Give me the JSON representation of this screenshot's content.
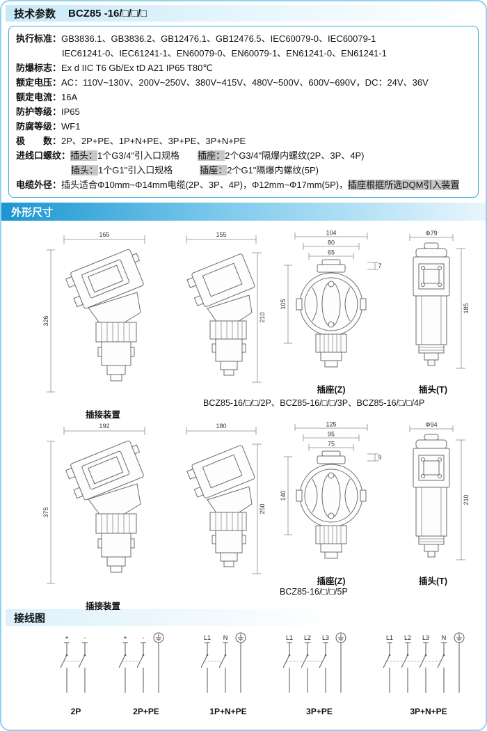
{
  "colors": {
    "accent": "#35a8da",
    "header_blue": "#1b96d0",
    "header_light": "#c7e9f8",
    "highlight": "#c6c6c6",
    "page_border": "#8fd3f0"
  },
  "tech_params": {
    "title": "技术参数",
    "model": "BCZ85 -16/□/□/□",
    "rows": [
      {
        "segments": [
          {
            "t": "执行标准：",
            "cls": "lbl"
          },
          {
            "t": "GB3836.1、GB3836.2、GB12476.1、GB12476.5、IEC60079-0、IEC60079-1"
          }
        ]
      },
      {
        "indent": 66,
        "segments": [
          {
            "t": "IEC61241-0、IEC61241-1、EN60079-0、EN60079-1、EN61241-0、EN61241-1"
          }
        ]
      },
      {
        "segments": [
          {
            "t": "防爆标志：",
            "cls": "lbl"
          },
          {
            "t": "Ex d IIC T6 Gb/Ex tD A21 IP65 T80℃"
          }
        ]
      },
      {
        "segments": [
          {
            "t": "额定电压：",
            "cls": "lbl"
          },
          {
            "t": "AC：110V~130V、200V~250V、380V~415V、480V~500V、600V~690V，DC：24V、36V"
          }
        ]
      },
      {
        "segments": [
          {
            "t": "额定电流：",
            "cls": "lbl"
          },
          {
            "t": "16A"
          }
        ]
      },
      {
        "segments": [
          {
            "t": "防护等级：",
            "cls": "lbl"
          },
          {
            "t": "IP65"
          }
        ]
      },
      {
        "segments": [
          {
            "t": "防腐等级：",
            "cls": "lbl"
          },
          {
            "t": "WF1"
          }
        ]
      },
      {
        "segments": [
          {
            "t": "极　　数：",
            "cls": "lbl"
          },
          {
            "t": "2P、2P+PE、1P+N+PE、3P+PE、3P+N+PE"
          }
        ]
      },
      {
        "segments": [
          {
            "t": "进线口螺纹：",
            "cls": "lbl"
          },
          {
            "t": "插头：",
            "cls": "hl"
          },
          {
            "t": "1个G3/4\"引入口规格"
          },
          {
            "t": "　　"
          },
          {
            "t": "插座：",
            "cls": "hl"
          },
          {
            "t": "2个G3/4\"隔爆内螺纹(2P、3P、4P)"
          }
        ]
      },
      {
        "indent": 79,
        "segments": [
          {
            "t": "插头：",
            "cls": "hl"
          },
          {
            "t": "1个G1\"引入口规格"
          },
          {
            "t": "　　　"
          },
          {
            "t": "插座：",
            "cls": "hl"
          },
          {
            "t": "2个G1\"隔爆内螺纹(5P)"
          }
        ]
      },
      {
        "segments": [
          {
            "t": "电缆外径：",
            "cls": "lbl"
          },
          {
            "t": "插头适合Φ10mm~Φ14mm电缆(2P、3P、4P)，Φ12mm~Φ17mm(5P)，"
          },
          {
            "t": "插座根据所选DQM引入装置",
            "cls": "hl"
          }
        ]
      }
    ]
  },
  "outline": {
    "title": "外形尺寸",
    "row1": {
      "assembly": {
        "w": "165",
        "h": "326",
        "caption": "插接装置"
      },
      "side": {
        "w": "155",
        "h": "210"
      },
      "socket": {
        "d1": "104",
        "d2": "80",
        "d3": "65",
        "d4": "7",
        "h": "105",
        "caption": "插座(Z)"
      },
      "plug": {
        "dia": "Φ79",
        "h": "185",
        "caption": "插头(T)"
      },
      "models": "BCZ85-16/□/□/2P、BCZ85-16/□/□/3P、BCZ85-16/□/□/4P"
    },
    "row2": {
      "assembly": {
        "w": "192",
        "h": "375",
        "caption": "插接装置"
      },
      "side": {
        "w": "180",
        "h": "250"
      },
      "socket": {
        "d1": "125",
        "d2": "95",
        "d3": "75",
        "d4": "9",
        "h": "140",
        "caption": "插座(Z)"
      },
      "plug": {
        "dia": "Φ94",
        "h": "210",
        "caption": "插头(T)"
      },
      "models": "BCZ85-16/□/□/5P"
    }
  },
  "wiring": {
    "title": "接线图",
    "diagrams": [
      {
        "caption": "2P",
        "poles": [
          "+",
          "-"
        ],
        "pe": false
      },
      {
        "caption": "2P+PE",
        "poles": [
          "+",
          "-"
        ],
        "pe": true
      },
      {
        "caption": "1P+N+PE",
        "poles": [
          "L1",
          "N"
        ],
        "pe": true
      },
      {
        "caption": "3P+PE",
        "poles": [
          "L1",
          "L2",
          "L3"
        ],
        "pe": true
      },
      {
        "caption": "3P+N+PE",
        "poles": [
          "L1",
          "L2",
          "L3",
          "N"
        ],
        "pe": true
      }
    ]
  }
}
